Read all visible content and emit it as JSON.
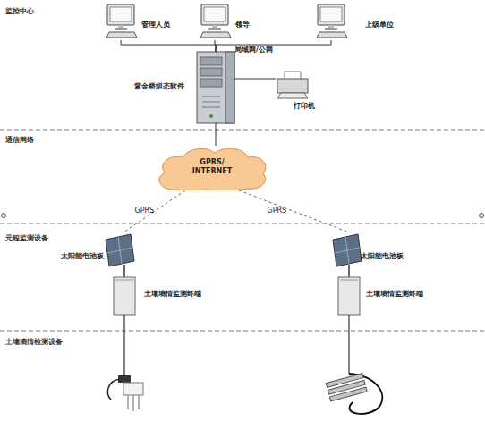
{
  "diagram": {
    "nodes": [
      {
        "text": [
          "管理人员"
        ]
      },
      {
        "text": [
          "领导"
        ]
      },
      {
        "text": [
          "上级单位"
        ]
      },
      {
        "text": [
          "紫金桥组态软件"
        ]
      },
      {
        "text": [
          "打印机"
        ]
      },
      {
        "text": [
          "GPRS/ INTERNET"
        ]
      },
      {
        "text": [
          "太阳能电池板"
        ]
      },
      {
        "text": [
          "土壤墒情监测终端"
        ]
      },
      {
        "text": [
          "太阳能电池板"
        ]
      },
      {
        "text": [
          "土壤墒情监测终端"
        ]
      }
    ],
    "edges": [
      {
        "from": 0,
        "to": 3,
        "arrow": "none"
      },
      {
        "from": 1,
        "to": 3,
        "arrow": "none"
      },
      {
        "from": 2,
        "to": 3,
        "arrow": "none"
      },
      {
        "from": 3,
        "to": 4,
        "arrow": "none"
      },
      {
        "from": 3,
        "to": 5,
        "arrow": "none"
      },
      {
        "from": 5,
        "to": 6,
        "label": "GPRS",
        "arrow": "none"
      },
      {
        "from": 5,
        "to": 8,
        "label": "GPRS",
        "arrow": "none"
      }
    ],
    "labels": [
      "监控中心",
      "局域网/公网",
      "通信网络",
      "元程监测设备",
      "土壤墒情检测设备"
    ]
  }
}
